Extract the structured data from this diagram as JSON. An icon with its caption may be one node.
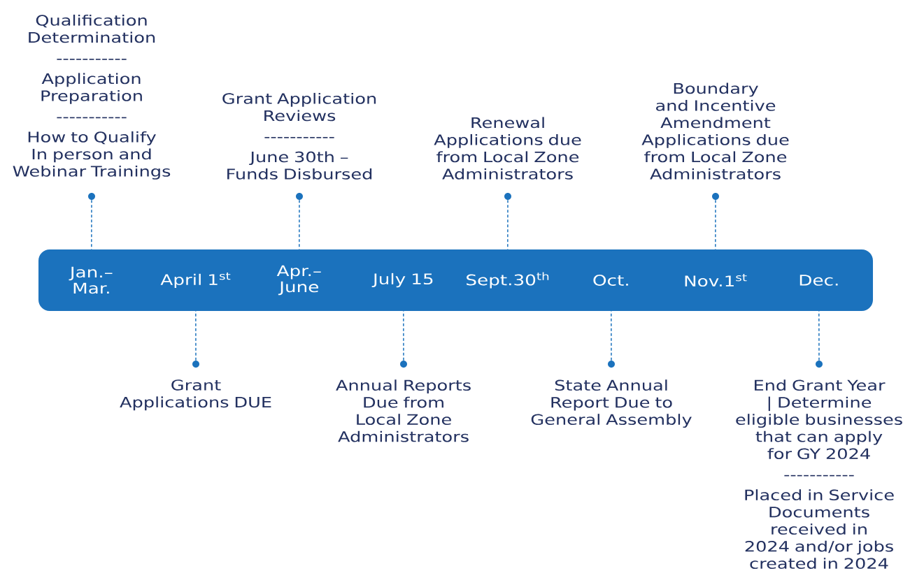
{
  "diagram": {
    "nodes": [
      {
        "text": [],
        "shape": "bar"
      },
      {
        "text": [
          "Jan.– Mar."
        ],
        "in": 0
      },
      {
        "text": [
          "April 1$^{st}$"
        ],
        "in": 0
      },
      {
        "text": [
          "Apr.– June"
        ],
        "in": 0
      },
      {
        "text": [
          "July 15"
        ],
        "in": 0
      },
      {
        "text": [
          "Sept.30$^{th}$"
        ],
        "in": 0
      },
      {
        "text": [
          "Oct."
        ],
        "in": 0
      },
      {
        "text": [
          "Nov.1$^{st}$"
        ],
        "in": 0
      },
      {
        "text": [
          "Dec."
        ],
        "in": 0
      },
      {
        "text": [],
        "shape": "circle",
        "beside": [
          "Qualification Determination",
          "-----------",
          "Application Preparation",
          "-----------",
          "How to Qualify In person and Webinar Trainings"
        ]
      },
      {
        "text": [],
        "shape": "circle",
        "beside": [
          "Grant Application Reviews",
          "-----------",
          "June 30th – Funds Disbursed"
        ]
      },
      {
        "text": [],
        "shape": "circle",
        "beside": [
          "Renewal Applications due from Local Zone Administrators"
        ]
      },
      {
        "text": [],
        "shape": "circle",
        "beside": [
          "Boundary and Incentive Amendment Applications due from Local Zone Administrators"
        ]
      },
      {
        "text": [],
        "shape": "circle",
        "beside": [
          "Grant Applications DUE"
        ]
      },
      {
        "text": [],
        "shape": "circle",
        "beside": [
          "Annual Reports Due from Local Zone Administrators"
        ]
      },
      {
        "text": [],
        "shape": "circle",
        "beside": [
          "State Annual Report Due to General Assembly"
        ]
      },
      {
        "text": [],
        "shape": "circle",
        "beside": [
          "End Grant Year | Determine eligible businesses that can apply for GY 2024",
          "-----------",
          "Placed in Service Documents received in 2024 and/or jobs created in 2024"
        ]
      }
    ],
    "edges": [
      {
        "from": 9,
        "to": 1,
        "arrow": "none",
        "style": "dashed"
      },
      {
        "from": 10,
        "to": 3,
        "arrow": "none",
        "style": "dashed"
      },
      {
        "from": 11,
        "to": 5,
        "arrow": "none",
        "style": "dashed"
      },
      {
        "from": 12,
        "to": 7,
        "arrow": "none",
        "style": "dashed"
      },
      {
        "from": 13,
        "to": 2,
        "arrow": "none",
        "style": "dashed"
      },
      {
        "from": 14,
        "to": 4,
        "arrow": "none",
        "style": "dashed"
      },
      {
        "from": 15,
        "to": 6,
        "arrow": "none",
        "style": "dashed"
      },
      {
        "from": 16,
        "to": 8,
        "arrow": "none",
        "style": "dashed"
      }
    ]
  }
}
